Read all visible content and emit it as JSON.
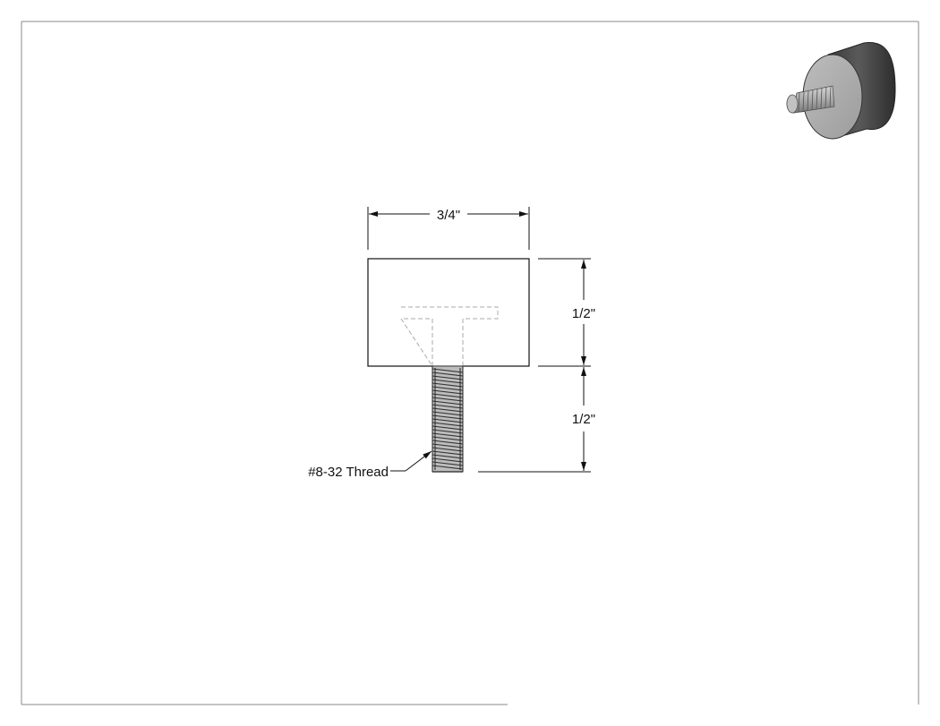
{
  "drawing": {
    "dim_width": "3/4\"",
    "dim_body_height": "1/2\"",
    "dim_stud_length": "1/2\"",
    "thread_callout": "#8-32 Thread"
  },
  "colors": {
    "line": "#111111",
    "border": "#777777",
    "hidden_line": "#aaaaaa",
    "thread_fill": "#9a9a9a"
  },
  "icons": {
    "isometric_view": "iso-part-icon"
  }
}
